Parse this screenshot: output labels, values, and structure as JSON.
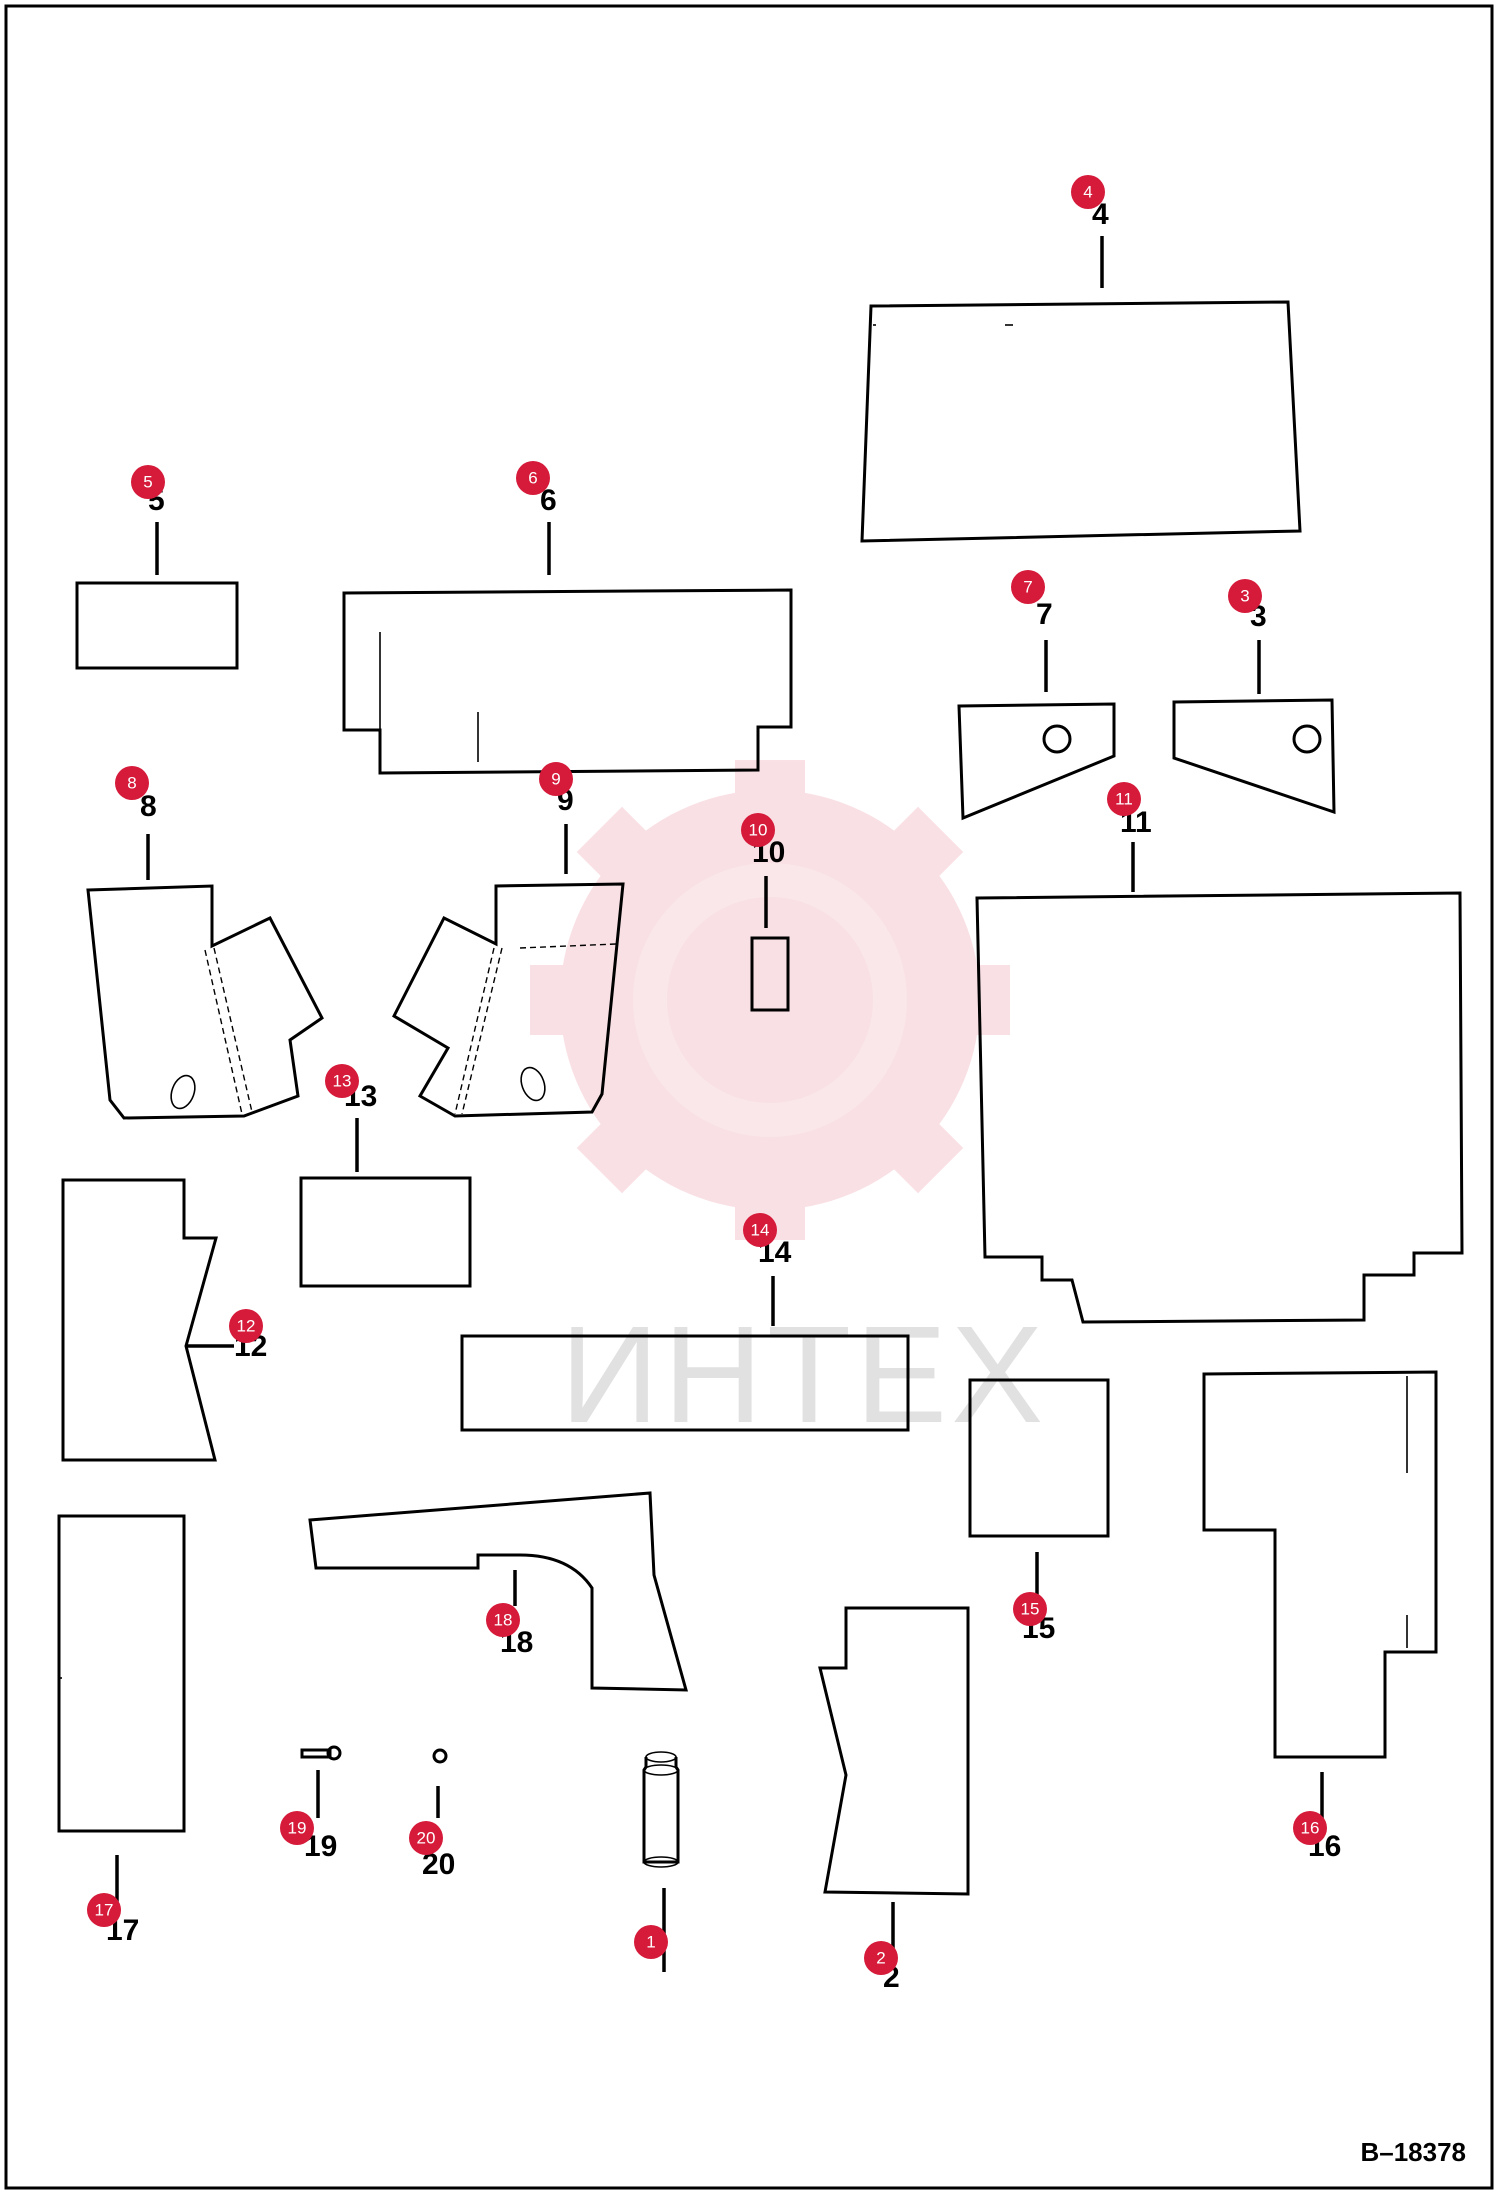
{
  "drawing_code": "B–18378",
  "watermark_text": "ИНТЕХ",
  "accent_color": "#d51a3a",
  "callouts": [
    {
      "id": "p1",
      "label": "1"
    },
    {
      "id": "p2",
      "label": "2"
    },
    {
      "id": "p3",
      "label": "3"
    },
    {
      "id": "p4",
      "label": "4"
    },
    {
      "id": "p5",
      "label": "5"
    },
    {
      "id": "p6",
      "label": "6"
    },
    {
      "id": "p7",
      "label": "7"
    },
    {
      "id": "p8",
      "label": "8"
    },
    {
      "id": "p9",
      "label": "9"
    },
    {
      "id": "p10",
      "label": "10"
    },
    {
      "id": "p11",
      "label": "11"
    },
    {
      "id": "p12",
      "label": "12"
    },
    {
      "id": "p13",
      "label": "13"
    },
    {
      "id": "p14",
      "label": "14"
    },
    {
      "id": "p15",
      "label": "15"
    },
    {
      "id": "p16",
      "label": "16"
    },
    {
      "id": "p17",
      "label": "17"
    },
    {
      "id": "p18",
      "label": "18"
    },
    {
      "id": "p19",
      "label": "19"
    },
    {
      "id": "p20",
      "label": "20"
    }
  ]
}
